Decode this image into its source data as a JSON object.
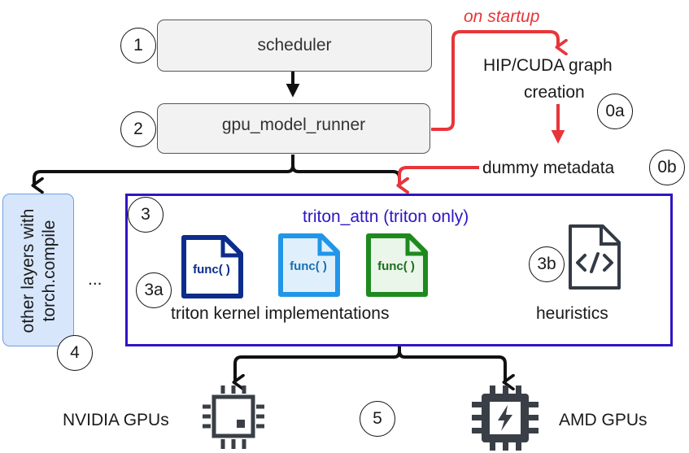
{
  "nodes": {
    "scheduler": "scheduler",
    "runner": "gpu_model_runner",
    "on_startup": "on startup",
    "graph_line1": "HIP/CUDA graph",
    "graph_line2": "creation",
    "dummy": "dummy metadata",
    "triton_title": "triton_attn (triton only)",
    "kernels_label": "triton kernel implementations",
    "heuristics_label": "heuristics",
    "side_line1": "other layers with",
    "side_line2": "torch.compile",
    "ellipsis": "...",
    "nvidia": "NVIDIA GPUs",
    "amd": "AMD GPUs",
    "func": "func( )"
  },
  "markers": {
    "m1": "1",
    "m2": "2",
    "m3": "3",
    "m3a": "3a",
    "m3b": "3b",
    "m4": "4",
    "m5": "5",
    "m0a": "0a",
    "m0b": "0b"
  },
  "colors": {
    "red": "#e8353a",
    "purple": "#2e16c2",
    "navy": "#0d2c8c",
    "lightblue": "#2196e8",
    "green": "#1e8a1e",
    "grey": "#555555"
  },
  "icons": [
    "code-file-icon",
    "cpu-chip-icon",
    "power-chip-icon"
  ]
}
